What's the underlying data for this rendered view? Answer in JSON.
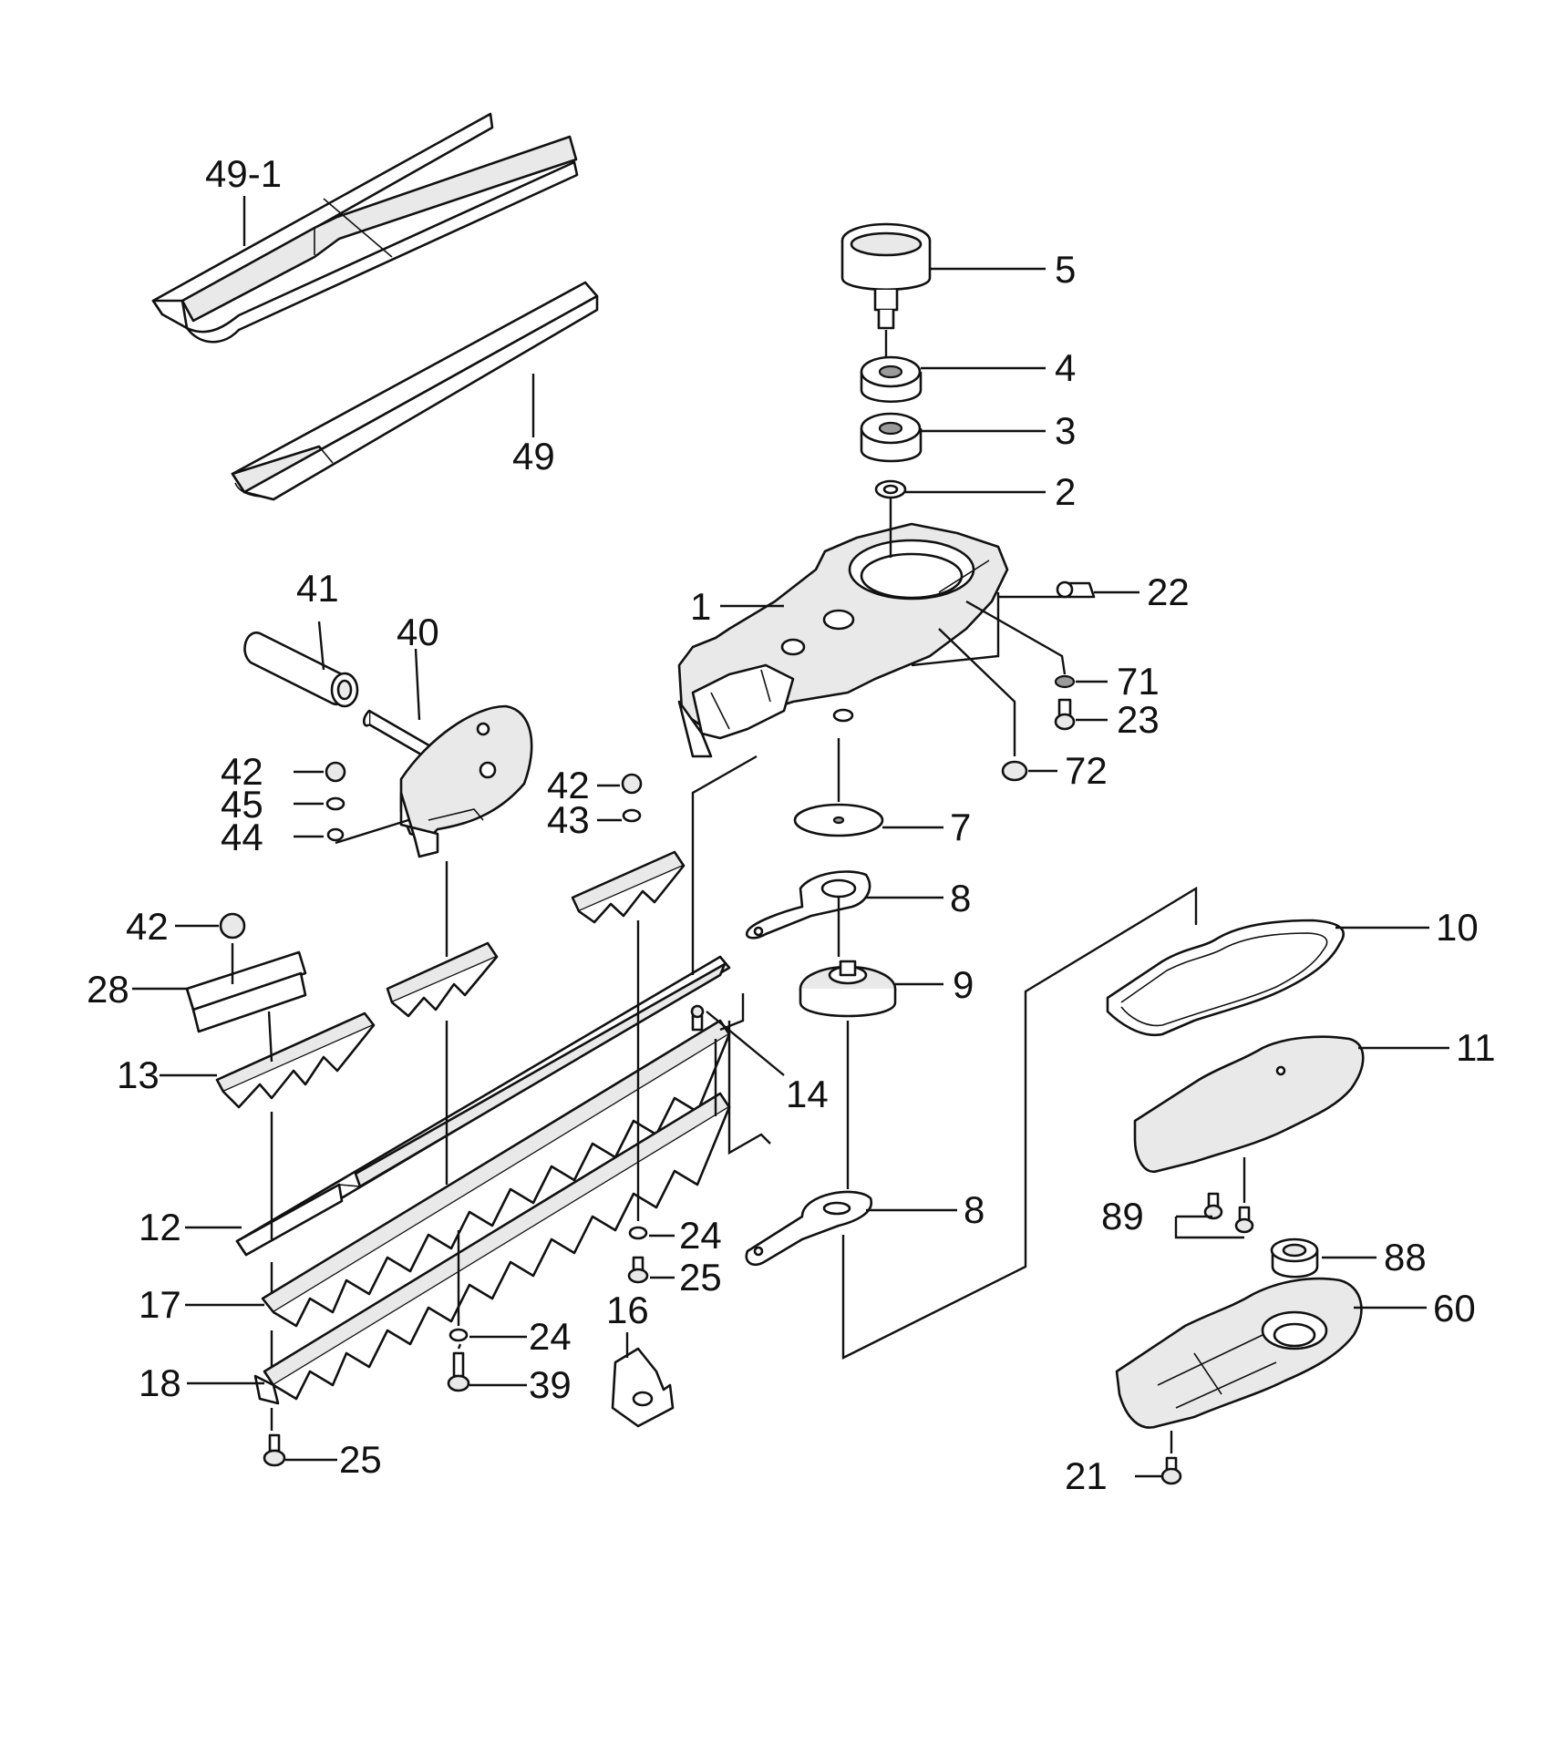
{
  "diagram": {
    "labels": {
      "p49_1": "49-1",
      "p49": "49",
      "p5": "5",
      "p4": "4",
      "p3": "3",
      "p2": "2",
      "p1": "1",
      "p22": "22",
      "p71": "71",
      "p23": "23",
      "p72": "72",
      "p41": "41",
      "p40": "40",
      "p42a": "42",
      "p45": "45",
      "p44": "44",
      "p42b": "42",
      "p43": "43",
      "p7": "7",
      "p8a": "8",
      "p10": "10",
      "p42c": "42",
      "p28": "28",
      "p9": "9",
      "p11": "11",
      "p13": "13",
      "p14": "14",
      "p12": "12",
      "p8b": "8",
      "p89": "89",
      "p24a": "24",
      "p88": "88",
      "p25a": "25",
      "p17": "17",
      "p16": "16",
      "p60": "60",
      "p24b": "24",
      "p18": "18",
      "p39": "39",
      "p25b": "25",
      "p21": "21"
    }
  }
}
